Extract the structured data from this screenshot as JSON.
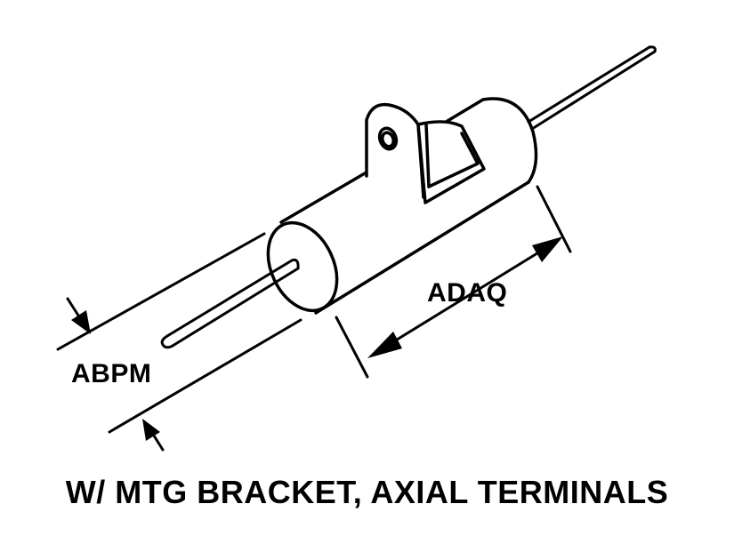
{
  "diagram": {
    "dimension_labels": {
      "diameter": "ABPM",
      "body_length": "ADAQ"
    },
    "caption": "W/ MTG BRACKET, AXIAL TERMINALS",
    "colors": {
      "ink": "#000000",
      "paper": "#ffffff"
    }
  }
}
